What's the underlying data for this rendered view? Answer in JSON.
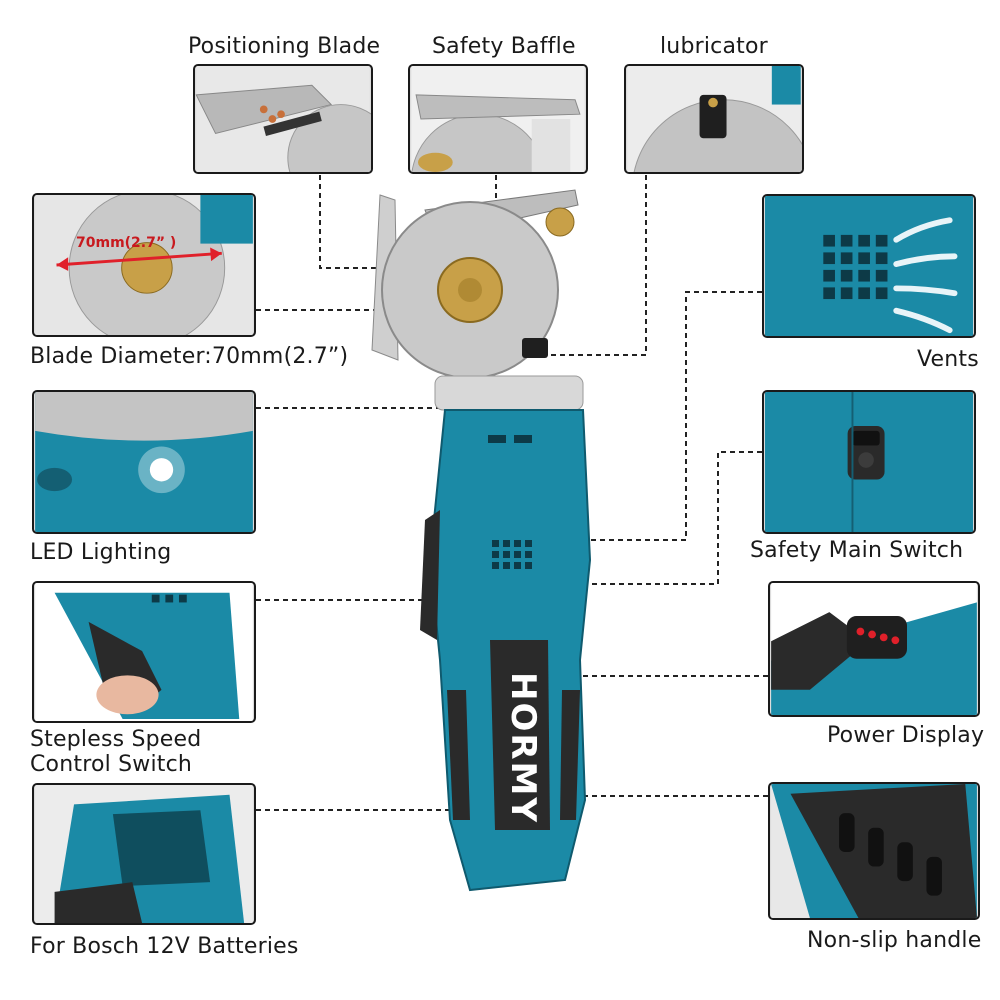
{
  "labels": {
    "positioning_blade": "Positioning Blade",
    "safety_baffle": "Safety Baffle",
    "lubricator": "lubricator",
    "blade_diameter": "Blade Diameter:70mm(2.7”)",
    "vents": "Vents",
    "led_lighting": "LED Lighting",
    "safety_main_switch": "Safety Main Switch",
    "stepless_speed": "Stepless Speed\nControl Switch",
    "power_display": "Power Display",
    "batteries": "For Bosch 12V Batteries",
    "non_slip_handle": "Non-slip handle"
  },
  "blade_panel": {
    "measure_text": "70mm(2.7” )"
  },
  "brand": "HORMY",
  "colors": {
    "body_teal": "#1b8aa6",
    "body_dark": "#2a2a2a",
    "blade_silver": "#c9c9c9",
    "brass": "#c8a048",
    "indicator_red": "#e0202a",
    "measure_red": "#c8191e"
  },
  "icons": [
    "vent-arrow-icon",
    "measure-arrow-icon"
  ]
}
